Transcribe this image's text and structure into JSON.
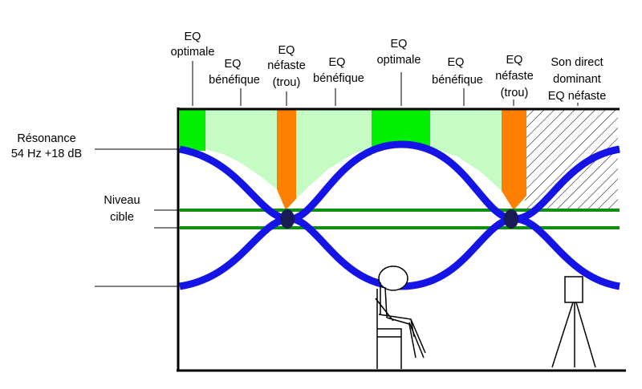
{
  "colors": {
    "eq_optimal": "#00f000",
    "eq_beneficial": "#c4fcc4",
    "eq_harmful": "#ff8000",
    "wave": "#1414e6",
    "target_lines": "#109010",
    "frame": "#000000"
  },
  "labels": {
    "resonance": [
      "Résonance",
      "54 Hz +18 dB"
    ],
    "target_level": [
      "Niveau",
      "cible"
    ],
    "zones": [
      {
        "kind": "optimal",
        "lines": [
          "EQ",
          "optimale"
        ]
      },
      {
        "kind": "beneficial",
        "lines": [
          "EQ",
          "bénéfique"
        ]
      },
      {
        "kind": "harmful",
        "lines": [
          "EQ",
          "néfaste",
          "(trou)"
        ]
      },
      {
        "kind": "beneficial",
        "lines": [
          "EQ",
          "bénéfique"
        ]
      },
      {
        "kind": "optimal",
        "lines": [
          "EQ",
          "optimale"
        ]
      },
      {
        "kind": "beneficial",
        "lines": [
          "EQ",
          "bénéfique"
        ]
      },
      {
        "kind": "harmful",
        "lines": [
          "EQ",
          "néfaste",
          "(trou)"
        ]
      },
      {
        "kind": "direct",
        "lines": [
          "Son direct",
          "dominant",
          "EQ néfaste"
        ]
      }
    ]
  },
  "figures": [
    "seated-listener",
    "loudspeaker-on-stand"
  ]
}
